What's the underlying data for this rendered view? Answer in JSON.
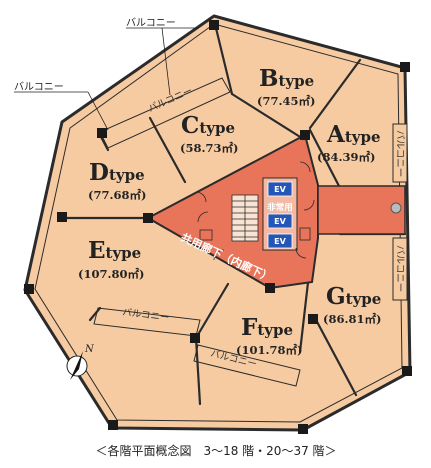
{
  "callouts": {
    "balcony_top": "バルコニー",
    "balcony_left": "バルコニー"
  },
  "units": [
    {
      "type_letter": "B",
      "type_suffix": "type",
      "area": "(77.45㎡)"
    },
    {
      "type_letter": "C",
      "type_suffix": "type",
      "area": "(58.73㎡)"
    },
    {
      "type_letter": "A",
      "type_suffix": "type",
      "area": "(84.39㎡)"
    },
    {
      "type_letter": "D",
      "type_suffix": "type",
      "area": "(77.68㎡)"
    },
    {
      "type_letter": "E",
      "type_suffix": "type",
      "area": "(107.80㎡)"
    },
    {
      "type_letter": "G",
      "type_suffix": "type",
      "area": "(86.81㎡)"
    },
    {
      "type_letter": "F",
      "type_suffix": "type",
      "area": "(101.78㎡)"
    }
  ],
  "balconies": {
    "upper_left": "バルコニー",
    "right_upper": "バルコニー",
    "right_lower": "バルコニー",
    "lower_left": "バルコニー",
    "bottom": "バルコニー"
  },
  "core": {
    "ev": "EV",
    "emergency_ev_line1": "非常用",
    "emergency_ev_line2": "EV",
    "corridor": "共用廊下（内廊下）"
  },
  "compass": {
    "north": "N"
  },
  "caption": "＜各階平面概念図　3〜18 階・20〜37 階＞",
  "colors": {
    "unit_fill": "#f6cba2",
    "core_fill": "#e8745a",
    "wall": "#2b2b2b",
    "ev_fill": "#2456b8"
  }
}
